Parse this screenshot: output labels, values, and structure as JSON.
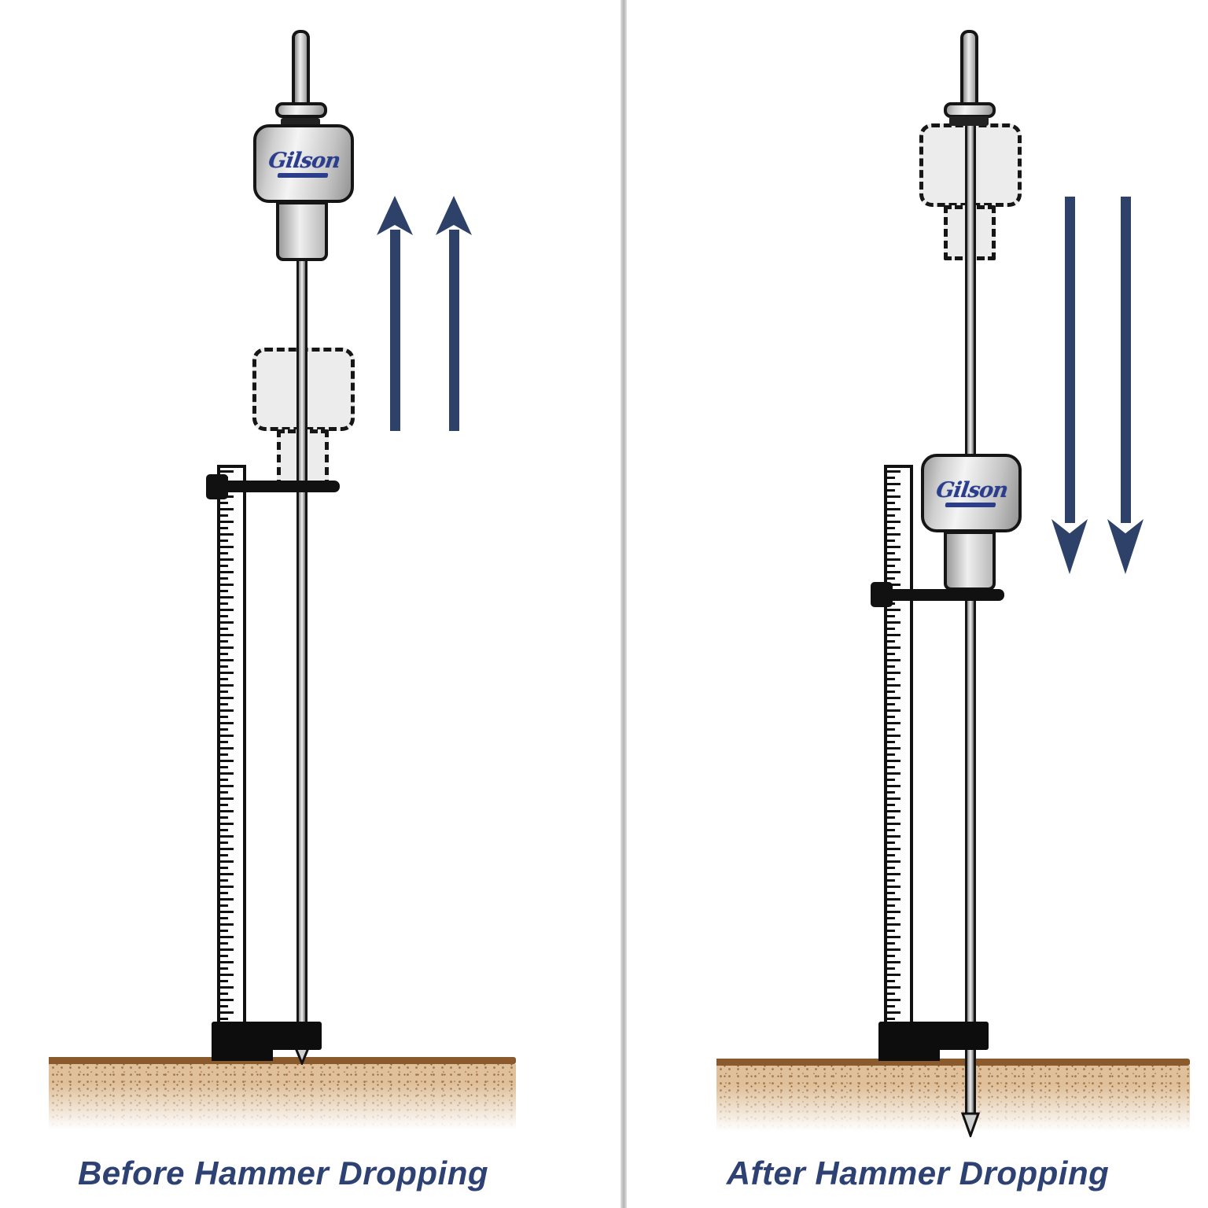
{
  "diagram": {
    "panels": [
      {
        "id": "before",
        "caption": "Before Hammer Dropping",
        "logo": "Gilson",
        "arrows": {
          "direction": "up",
          "count": 2
        }
      },
      {
        "id": "after",
        "caption": "After Hammer Dropping",
        "logo": "Gilson",
        "arrows": {
          "direction": "down",
          "count": 2
        }
      }
    ],
    "colors": {
      "arrow_navy": "#2e4269",
      "caption_navy": "#2e4173",
      "ground_brown": "#8a5a2c",
      "sand": "#dfc09a",
      "divider_gray": "#b3b3b3"
    }
  }
}
